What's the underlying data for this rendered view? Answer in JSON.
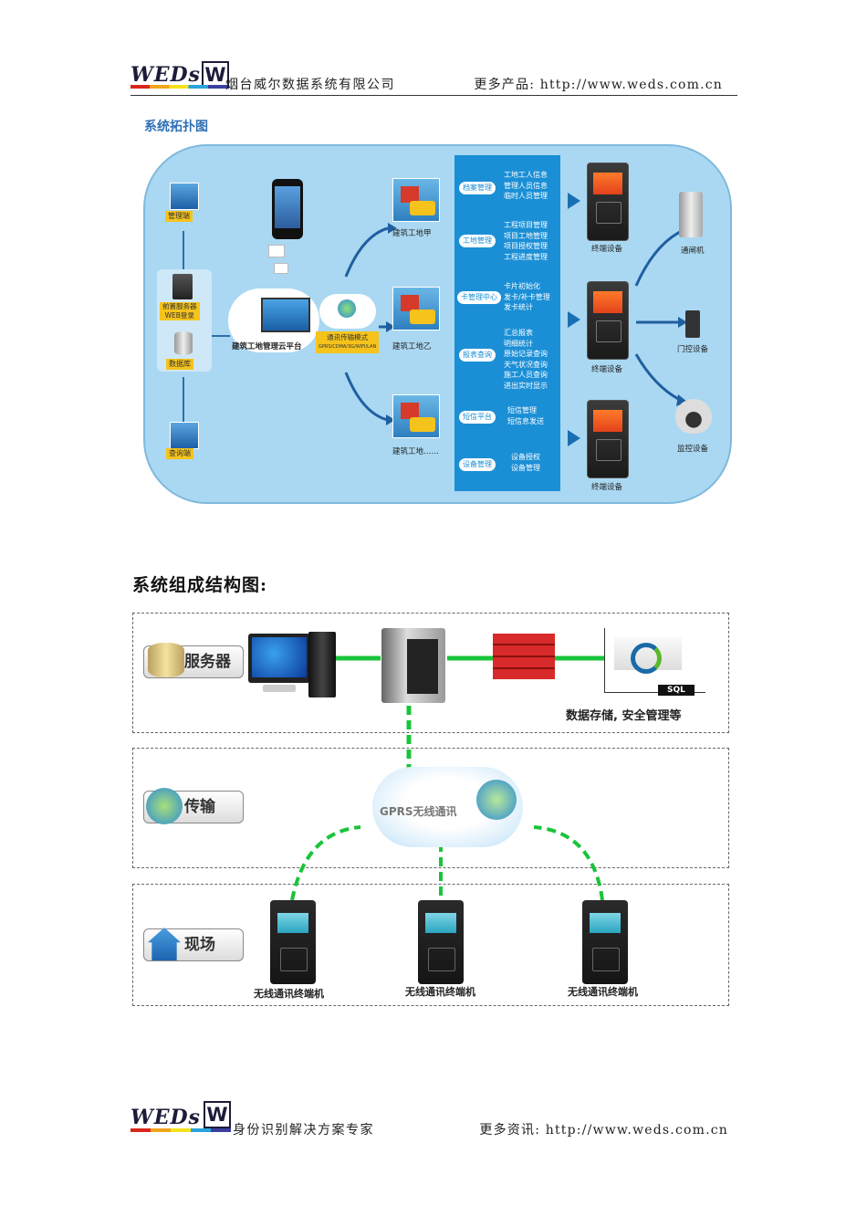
{
  "header": {
    "logo_text": "WEDs",
    "logo_mark": "W",
    "company": "烟台威尔数据系统有限公司",
    "more_products": "更多产品: http://www.weds.com.cn"
  },
  "topology": {
    "title": "系统拓扑图",
    "left": {
      "admin": "管理端",
      "front_server": "前置服务器",
      "web_login": "WEB登录",
      "database": "数据库",
      "query": "查询端"
    },
    "cloud_platform": "建筑工地管理云平台",
    "comm_mode": "通讯传输模式",
    "comm_sub": "GPRS/CDMA/3G/WIFI/LAN",
    "sites": [
      "建筑工地甲",
      "建筑工地乙",
      "建筑工地……"
    ],
    "modules": [
      {
        "tag": "档案管理",
        "items": "工地工人信息\n管理人员信息\n临时人员管理"
      },
      {
        "tag": "工地管理",
        "items": "工程项目管理\n项目工地管理\n项目授权管理\n工程进度管理"
      },
      {
        "tag": "卡管理中心",
        "items": "卡片初始化\n发卡/补卡管理\n发卡统计"
      },
      {
        "tag": "报表查询",
        "items": "汇总报表\n明细统计\n原始记录查询\n天气状况查询\n施工人员查询\n进出实时显示"
      },
      {
        "tag": "短信平台",
        "items": "短信管理\n短信息发送"
      },
      {
        "tag": "设备管理",
        "items": "设备授权\n设备管理"
      }
    ],
    "terminal_label": "终端设备",
    "devices": [
      "通闸机",
      "门控设备",
      "监控设备"
    ]
  },
  "composition": {
    "title": "系统组成结构图:",
    "zones": {
      "server": "服务器",
      "transport": "传输",
      "site": "现场"
    },
    "sql_label": "SQL",
    "storage_note": "数据存储, 安全管理等",
    "cloud": "GPRS无线通讯",
    "terminals": [
      "无线通讯终端机",
      "无线通讯终端机",
      "无线通讯终端机"
    ]
  },
  "footer": {
    "logo_text": "WEDs",
    "logo_mark": "W",
    "slogan": "身份识别解决方案专家",
    "more_info": "更多资讯: http://www.weds.com.cn"
  },
  "colors": {
    "topology_bg": "#aad8f2",
    "panel_blue": "#1b8fd6",
    "link_green": "#19c43a",
    "firewall_red": "#d82a2a"
  }
}
